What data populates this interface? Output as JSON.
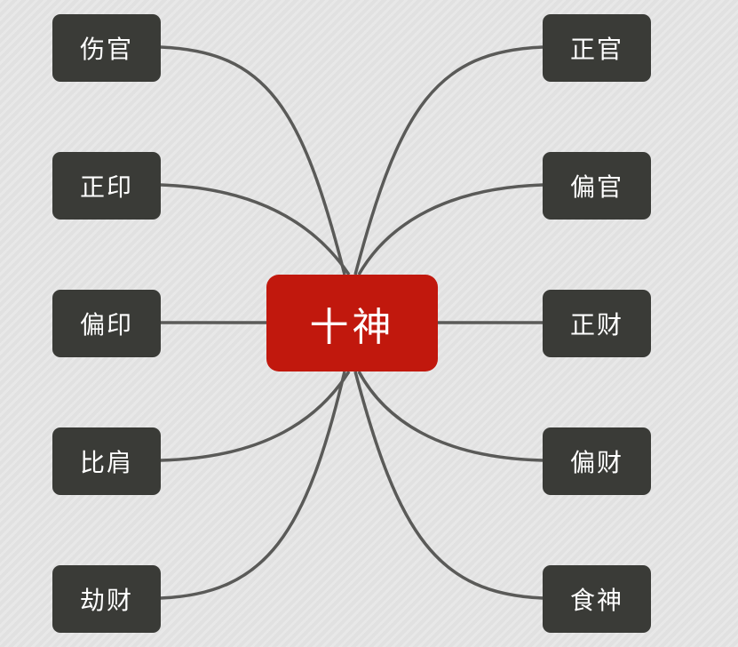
{
  "diagram": {
    "center": {
      "label": "十神"
    },
    "left": [
      {
        "label": "伤官"
      },
      {
        "label": "正印"
      },
      {
        "label": "偏印"
      },
      {
        "label": "比肩"
      },
      {
        "label": "劫财"
      }
    ],
    "right": [
      {
        "label": "正官"
      },
      {
        "label": "偏官"
      },
      {
        "label": "正财"
      },
      {
        "label": "偏财"
      },
      {
        "label": "食神"
      }
    ],
    "colors": {
      "center_fill": "#c1180d",
      "leaf_fill": "#3a3b37",
      "connector": "#5a5a58",
      "text": "#ffffff",
      "background": "#e1e1e1"
    }
  }
}
